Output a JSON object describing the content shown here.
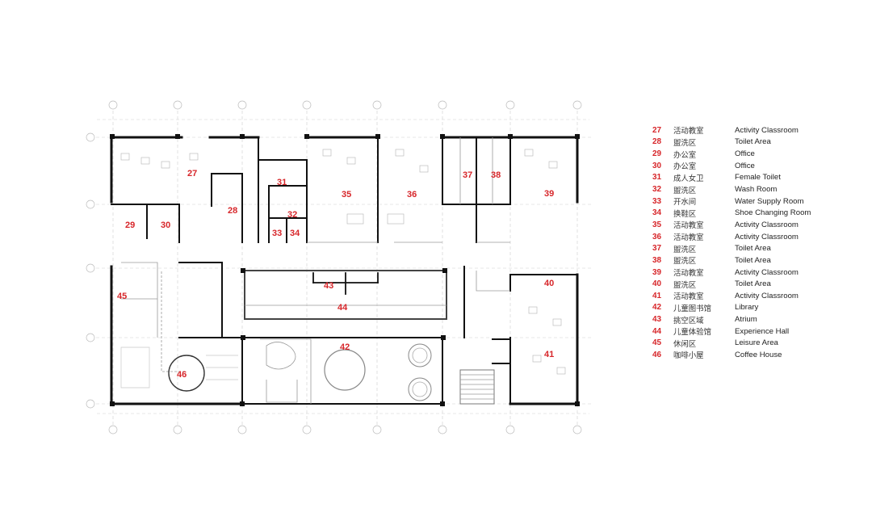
{
  "rooms": {
    "r27": "27",
    "r28": "28",
    "r29": "29",
    "r30": "30",
    "r31": "31",
    "r32": "32",
    "r33": "33",
    "r34": "34",
    "r35": "35",
    "r36": "36",
    "r37": "37",
    "r38": "38",
    "r39": "39",
    "r40": "40",
    "r41": "41",
    "r42": "42",
    "r43": "43",
    "r44": "44",
    "r45": "45",
    "r46": "46"
  },
  "legend": [
    {
      "num": "27",
      "zh": "活动教室",
      "en": "Activity Classroom"
    },
    {
      "num": "28",
      "zh": "盥洗区",
      "en": "Toilet Area"
    },
    {
      "num": "29",
      "zh": "办公室",
      "en": "Office"
    },
    {
      "num": "30",
      "zh": "办公室",
      "en": "Office"
    },
    {
      "num": "31",
      "zh": "成人女卫",
      "en": "Female Toilet"
    },
    {
      "num": "32",
      "zh": "盥洗区",
      "en": "Wash Room"
    },
    {
      "num": "33",
      "zh": "开水间",
      "en": "Water Supply Room"
    },
    {
      "num": "34",
      "zh": "换鞋区",
      "en": "Shoe Changing Room"
    },
    {
      "num": "35",
      "zh": "活动教室",
      "en": "Activity Classroom"
    },
    {
      "num": "36",
      "zh": "活动教室",
      "en": "Activity Classroom"
    },
    {
      "num": "37",
      "zh": "盥洗区",
      "en": "Toilet Area"
    },
    {
      "num": "38",
      "zh": "盥洗区",
      "en": "Toilet Area"
    },
    {
      "num": "39",
      "zh": "活动教室",
      "en": "Activity Classroom"
    },
    {
      "num": "40",
      "zh": "盥洗区",
      "en": "Toilet Area"
    },
    {
      "num": "41",
      "zh": "活动教室",
      "en": "Activity Classroom"
    },
    {
      "num": "42",
      "zh": "儿童图书馆",
      "en": "Library"
    },
    {
      "num": "43",
      "zh": "挑空区域",
      "en": "Atrium"
    },
    {
      "num": "44",
      "zh": "儿童体验馆",
      "en": "Experience Hall"
    },
    {
      "num": "45",
      "zh": "休闲区",
      "en": "Leisure Area"
    },
    {
      "num": "46",
      "zh": "咖啡小屋",
      "en": "Coffee House"
    }
  ]
}
